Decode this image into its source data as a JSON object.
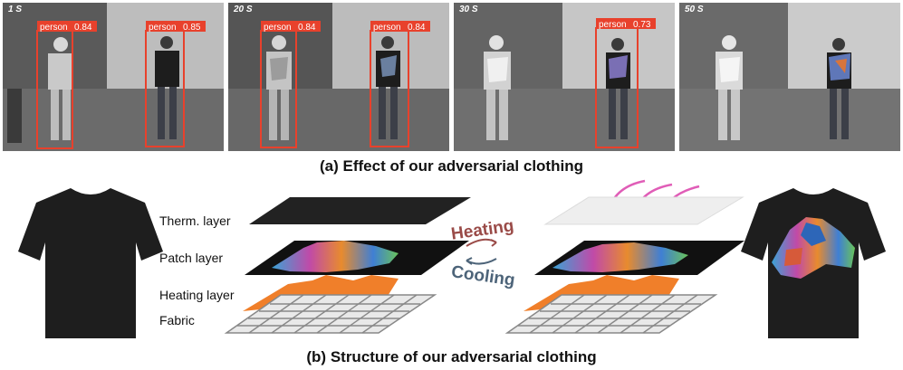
{
  "panels": [
    {
      "time": "1 S",
      "boxes": [
        {
          "label": "person",
          "score": "0.84"
        },
        {
          "label": "person",
          "score": "0.85"
        }
      ]
    },
    {
      "time": "20 S",
      "boxes": [
        {
          "label": "person",
          "score": "0.84"
        },
        {
          "label": "person",
          "score": "0.84"
        }
      ]
    },
    {
      "time": "30 S",
      "boxes": [
        {
          "label": "person",
          "score": "0.73"
        }
      ]
    },
    {
      "time": "50 S",
      "boxes": []
    }
  ],
  "caption_a": "(a) Effect  of our adversarial clothing",
  "caption_b": "(b) Structure of our adversarial clothing",
  "layers": {
    "therm": "Therm. layer",
    "patch": "Patch layer",
    "heating": "Heating layer",
    "fabric": "Fabric"
  },
  "transition": {
    "heating": "Heating",
    "cooling": "Cooling"
  },
  "colors": {
    "detection_box": "#e8412c",
    "heating_word": "#9a4b48",
    "cooling_word": "#4d6479",
    "heater": "#f07f2a",
    "heat_wave": "#e05db7"
  }
}
